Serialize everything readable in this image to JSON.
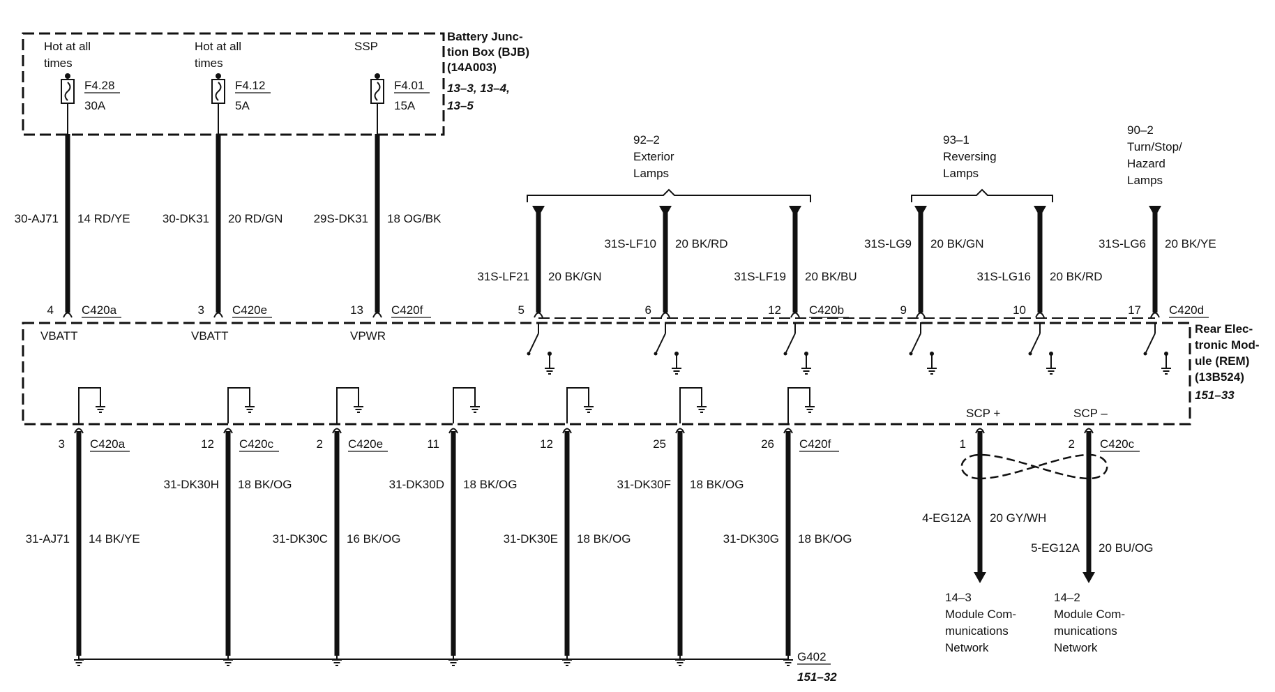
{
  "bjb": {
    "title": [
      "Battery Junc-",
      "tion Box (BJB)",
      "(14A003)"
    ],
    "refs": [
      "13–3, 13–4,",
      "13–5"
    ]
  },
  "fuses": [
    {
      "supply": [
        "Hot at all",
        "times"
      ],
      "id": "F4.28",
      "rating": "30A",
      "circuit": "30-AJ71",
      "wire": "14 RD/YE",
      "pin": "4",
      "connector": "C420a",
      "signal": "VBATT"
    },
    {
      "supply": [
        "Hot at all",
        "times"
      ],
      "id": "F4.12",
      "rating": "5A",
      "circuit": "30-DK31",
      "wire": "20 RD/GN",
      "pin": "3",
      "connector": "C420e",
      "signal": "VBATT"
    },
    {
      "supply": [
        "SSP"
      ],
      "id": "F4.01",
      "rating": "15A",
      "circuit": "29S-DK31",
      "wire": "18 OG/BK",
      "pin": "13",
      "connector": "C420f",
      "signal": "VPWR"
    }
  ],
  "lamp_groups": [
    {
      "label": [
        "92–2",
        "Exterior",
        "Lamps"
      ]
    },
    {
      "label": [
        "93–1",
        "Reversing",
        "Lamps"
      ]
    },
    {
      "label": [
        "90–2",
        "Turn/Stop/",
        "Hazard",
        "Lamps"
      ]
    }
  ],
  "lamp_outputs": [
    {
      "circuit": "31S-LF21",
      "wire": "20 BK/GN",
      "pin": "5"
    },
    {
      "circuit": "31S-LF10",
      "wire": "20 BK/RD",
      "pin": "6"
    },
    {
      "circuit": "31S-LF19",
      "wire": "20 BK/BU",
      "pin": "12",
      "connector": "C420b"
    },
    {
      "circuit": "31S-LG9",
      "wire": "20 BK/GN",
      "pin": "9"
    },
    {
      "circuit": "31S-LG16",
      "wire": "20 BK/RD",
      "pin": "10"
    },
    {
      "circuit": "31S-LG6",
      "wire": "20 BK/YE",
      "pin": "17",
      "connector": "C420d"
    }
  ],
  "rem": {
    "title": [
      "Rear Elec-",
      "tronic Mod-",
      "ule (REM)",
      "(13B524)"
    ],
    "ref": "151–33"
  },
  "grounds": [
    {
      "pin": "3",
      "connector": "C420a",
      "circuit": "31-AJ71",
      "wire": "14 BK/YE"
    },
    {
      "pin": "12",
      "connector": "C420c",
      "circuit": "31-DK30H",
      "wire": "18 BK/OG"
    },
    {
      "pin": "2",
      "connector": "C420e",
      "circuit": "31-DK30C",
      "wire": "16 BK/OG"
    },
    {
      "pin": "11",
      "circuit": "31-DK30D",
      "wire": "18 BK/OG"
    },
    {
      "pin": "12",
      "circuit": "31-DK30E",
      "wire": "18 BK/OG"
    },
    {
      "pin": "25",
      "circuit": "31-DK30F",
      "wire": "18 BK/OG"
    },
    {
      "pin": "26",
      "connector": "C420f",
      "circuit": "31-DK30G",
      "wire": "18 BK/OG"
    }
  ],
  "ground_point": {
    "label": "G402",
    "ref": "151–32"
  },
  "network": [
    {
      "signal": "SCP +",
      "pin": "1",
      "circuit": "4-EG12A",
      "wire": "20 GY/WH",
      "dest": [
        "14–3",
        "Module Com-",
        "munications",
        "Network"
      ]
    },
    {
      "signal": "SCP –",
      "pin": "2",
      "connector": "C420c",
      "circuit": "5-EG12A",
      "wire": "20 BU/OG",
      "dest": [
        "14–2",
        "Module Com-",
        "munications",
        "Network"
      ]
    }
  ]
}
